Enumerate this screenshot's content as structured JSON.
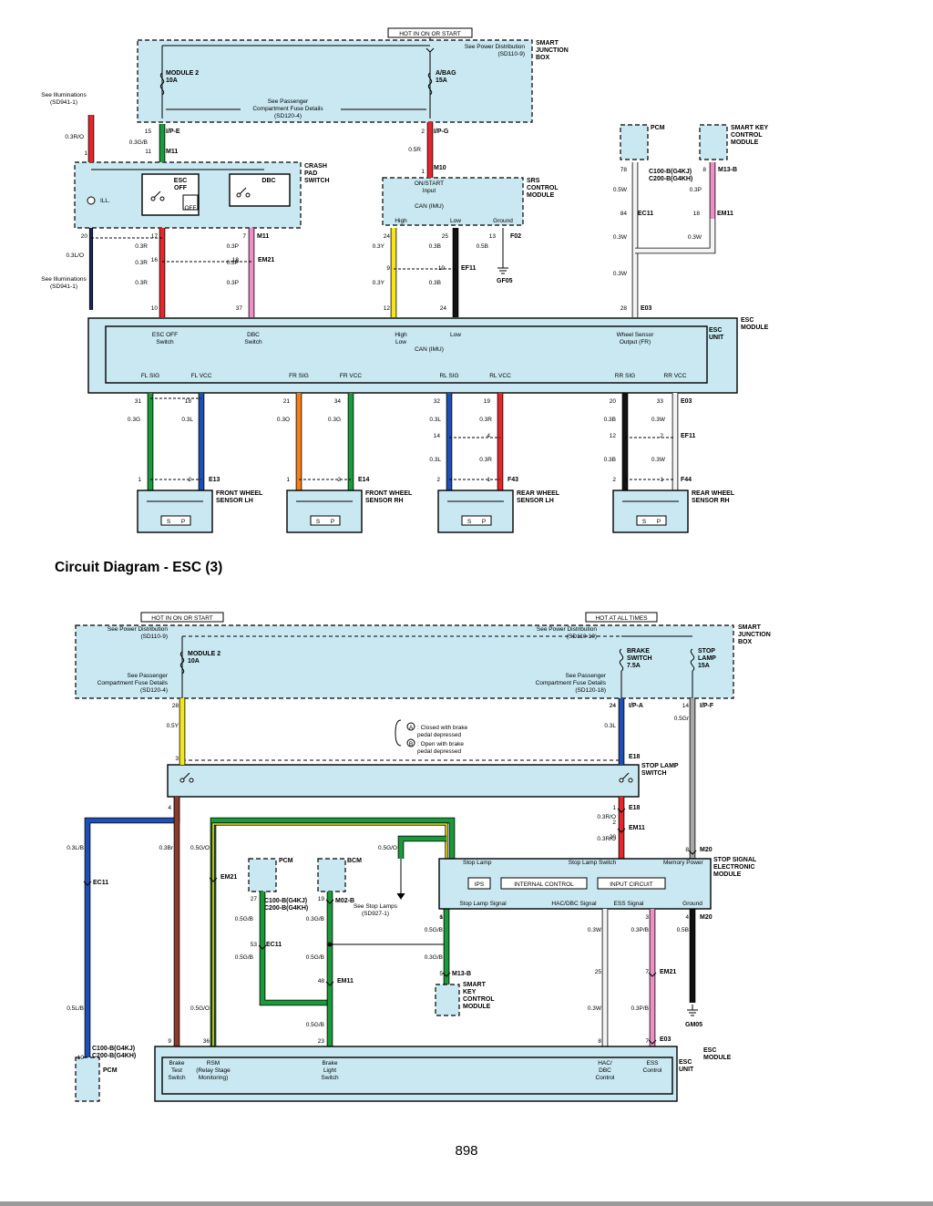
{
  "caption": "Circuit Diagram - ESC (3)",
  "page_number": "898",
  "colors": {
    "panel_fill": "#c9e8f1",
    "red": "#e8262a",
    "green": "#1a9a3a",
    "blue": "#1f4fb4",
    "pink": "#f08fc6",
    "yellow": "#f5e51c",
    "black": "#111111",
    "orange": "#f57f17",
    "white_wire": "#f4f4f4",
    "gray": "#a8a8a8",
    "brown": "#8b3a2b"
  },
  "top": {
    "hot_label": "HOT IN ON OR START",
    "sjb": [
      "SMART",
      "JUNCTION",
      "BOX"
    ],
    "see_power": [
      "See Power Distribution",
      "(SD110-9)"
    ],
    "module2": [
      "MODULE 2",
      "10A"
    ],
    "abag": [
      "A/BAG",
      "15A"
    ],
    "see_pass": [
      "See Passenger",
      "Compartment Fuse Details",
      "(SD120-4)"
    ],
    "see_illum_top": [
      "See Illuminations",
      "(SD941-1)"
    ],
    "see_illum_bot": [
      "See Illuminations",
      "(SD941-1)"
    ],
    "crash_pad": [
      "CRASH",
      "PAD",
      "SWITCH"
    ],
    "esc_off": [
      "ESC",
      "OFF"
    ],
    "dbc": "DBC",
    "ill": "ILL.",
    "off_icon": "OFF",
    "srs": [
      "SRS",
      "CONTROL",
      "MODULE"
    ],
    "srs_input": [
      "ON/START",
      "Input"
    ],
    "can_imu": "CAN (IMU)",
    "high": "High",
    "low": "Low",
    "ground": "Ground",
    "pcm": "PCM",
    "skcm": [
      "SMART KEY",
      "CONTROL",
      "MODULE"
    ],
    "c100": [
      "C100-B(G4KJ)",
      "C200-B(G4KH)"
    ],
    "esc_module": [
      "ESC",
      "MODULE"
    ],
    "esc_unit": [
      "ESC",
      "UNIT"
    ],
    "unit_top": [
      [
        "ESC OFF",
        "Switch"
      ],
      [
        "DBC",
        "Switch"
      ],
      [
        "High",
        "Low"
      ],
      [
        "Wheel Sensor",
        "Output (FR)"
      ]
    ],
    "can_imu2": "CAN (IMU)",
    "unit_sigs": [
      "FL SIG",
      "FL VCC",
      "FR SIG",
      "FR VCC",
      "RL SIG",
      "RL VCC",
      "RR SIG",
      "RR VCC"
    ],
    "wheel_sensors": [
      [
        "FRONT WHEEL",
        "SENSOR LH"
      ],
      [
        "FRONT WHEEL",
        "SENSOR RH"
      ],
      [
        "REAR WHEEL",
        "SENSOR LH"
      ],
      [
        "REAR WHEEL",
        "SENSOR RH"
      ]
    ],
    "sp": [
      "S",
      "P"
    ],
    "pins": [
      "15",
      "11",
      "1",
      "20",
      "17",
      "16",
      "10",
      "7",
      "18",
      "37",
      "2",
      "1",
      "24",
      "25",
      "13",
      "9",
      "19",
      "12",
      "24",
      "78",
      "84",
      "8",
      "18",
      "28",
      "31",
      "18",
      "21",
      "34",
      "32",
      "19",
      "14",
      "4",
      "20",
      "33",
      "12",
      "2",
      "1",
      "2",
      "1",
      "2",
      "2",
      "1",
      "2",
      "1"
    ],
    "connectors": [
      "I/P-E",
      "M11",
      "M11",
      "EM21",
      "I/P-G",
      "M10",
      "F02",
      "EF11",
      "GF05",
      "EC11",
      "M13-B",
      "EM11",
      "E03",
      "E13",
      "E14",
      "F43",
      "F44",
      "E03",
      "EF11"
    ],
    "wires": [
      "0.3R/O",
      "0.3G/B",
      "0.3L/O",
      "0.3R",
      "0.3R",
      "0.3R",
      "0.3P",
      "0.3P",
      "0.3P",
      "0.5R",
      "0.3Y",
      "0.3B",
      "0.5B",
      "0.3Y",
      "0.3B",
      "0.5W",
      "0.3P",
      "0.3W",
      "0.3W",
      "0.3W",
      "0.3G",
      "0.3L",
      "0.3O",
      "0.3G",
      "0.3L",
      "0.3R",
      "0.3L",
      "0.3R",
      "0.3B",
      "0.3W",
      "0.3B",
      "0.3W"
    ]
  },
  "bottom": {
    "hot_on": "HOT IN ON OR START",
    "hot_all": "HOT AT ALL TIMES",
    "sjb": [
      "SMART",
      "JUNCTION",
      "BOX"
    ],
    "see_power_l": [
      "See Power Distribution",
      "(SD110-9)"
    ],
    "see_power_r": [
      "See Power Distribution",
      "(SD110-10)"
    ],
    "module2": [
      "MODULE 2",
      "10A"
    ],
    "brake_sw": [
      "BRAKE",
      "SWITCH",
      "7.5A"
    ],
    "stop_lamp_fuse": [
      "STOP",
      "LAMP",
      "15A"
    ],
    "see_pass_l": [
      "See Passenger",
      "Compartment Fuse Details",
      "(SD120-4)"
    ],
    "see_pass_r": [
      "See Passenger",
      "Compartment Fuse Details",
      "(SD120-18)"
    ],
    "legend": [
      ": Closed with brake",
      "pedal depressed",
      ": Open with brake",
      "pedal depressed"
    ],
    "legend_keys": [
      "A",
      "B"
    ],
    "stop_lamp_switch": [
      "STOP LAMP",
      "SWITCH"
    ],
    "stop_signal": [
      "STOP SIGNAL",
      "ELECTRONIC",
      "MODULE"
    ],
    "ssm_top": [
      "Stop Lamp",
      "Stop Lamp Switch",
      "Memory Power"
    ],
    "ips": "IPS",
    "internal": "INTERNAL CONTROL",
    "input": "INPUT CIRCUIT",
    "ssm_bot": [
      "Stop Lamp Signal",
      "HAC/DBC Signal",
      "ESS Signal",
      "Ground"
    ],
    "pcm": "PCM",
    "bcm": "BCM",
    "c100": [
      "C100-B(G4KJ)",
      "C200-B(G4KH)"
    ],
    "see_stop": [
      "See Stop Lamps",
      "(SD927-1)"
    ],
    "skcm": [
      "SMART",
      "KEY",
      "CONTROL",
      "MODULE"
    ],
    "esc_unit": [
      "ESC",
      "UNIT"
    ],
    "esc_module": [
      "ESC",
      "MODULE"
    ],
    "unit_labels": [
      [
        "Brake",
        "Test",
        "Switch"
      ],
      [
        "RSM",
        "(Relay Stage",
        "Monitoring)"
      ],
      [
        "Brake",
        "Light",
        "Switch"
      ],
      [
        "HAC/",
        "DBC",
        "Control"
      ],
      [
        "ESS",
        "Control"
      ]
    ],
    "pins": [
      "28",
      "3",
      "4",
      "24",
      "1",
      "2",
      "20",
      "8",
      "14",
      "24",
      "27",
      "19",
      "53",
      "48",
      "6",
      "5",
      "1",
      "3",
      "4",
      "25",
      "7",
      "9",
      "36",
      "23",
      "8",
      "7",
      "10"
    ],
    "connectors": [
      "I/P-A",
      "E18",
      "E18",
      "EM11",
      "I/P-F",
      "M20",
      "M20",
      "EC11",
      "EM21",
      "M02-B",
      "EC11",
      "EM11",
      "M13-B",
      "EM21",
      "E03",
      "GM05"
    ],
    "wires": [
      "0.5Y",
      "0.3L",
      "0.3R/O",
      "0.3R/O",
      "0.5Gr",
      "0.3L/B",
      "0.3Br",
      "0.5G/O",
      "0.5G/O",
      "0.5G/B",
      "0.3G/B",
      "0.5G/B",
      "0.5G/B",
      "0.5G/B",
      "0.5G/B",
      "0.3G/B",
      "0.3W",
      "0.3P/B",
      "0.5B",
      "0.3W",
      "0.3P/B",
      "0.5L/B",
      "0.5G/O"
    ]
  }
}
